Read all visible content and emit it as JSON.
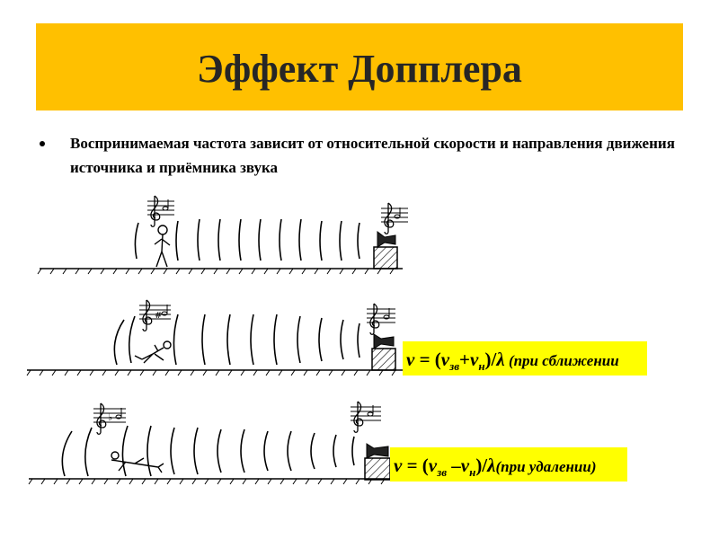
{
  "title": "Эффект Допплера",
  "bullet": {
    "text": "Воспринимаемая частота зависит от относительной скорости и направления движения источника и приёмника звука"
  },
  "formulas": [
    {
      "lhs": "ν",
      "eq": " = (",
      "v1": "v",
      "sub1": "зв",
      "op": "+",
      "v2": "v",
      "sub2": "н",
      "tail": ")/",
      "lam": "λ",
      "note": " (при сближении"
    },
    {
      "lhs": "ν",
      "eq": " = (",
      "v1": "v",
      "sub1": "зв",
      "op": " –",
      "v2": "v",
      "sub2": "н",
      "tail": ")/",
      "lam": "λ",
      "note": "(при удалении)"
    }
  ],
  "colors": {
    "banner": "#ffc000",
    "formula_bg": "#ffff00",
    "ink": "#262626"
  },
  "icons": [
    "treble-clef-icon",
    "sound-wave-arcs",
    "loudspeaker-icon",
    "person-standing",
    "person-running",
    "person-lying"
  ]
}
